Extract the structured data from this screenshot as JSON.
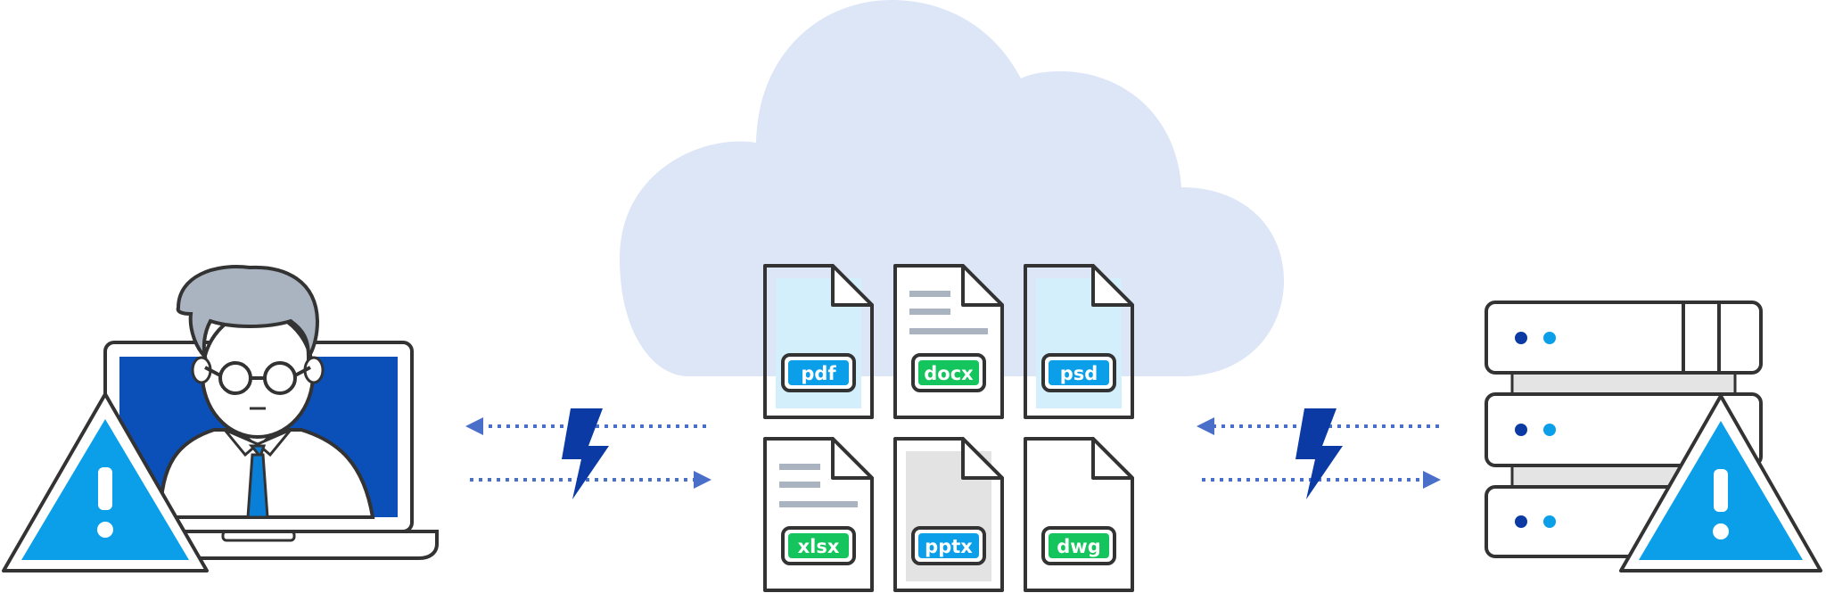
{
  "colors": {
    "cloud": "#dde6f6",
    "outline": "#333333",
    "blue_accent": "#0a9fe8",
    "green_accent": "#14c45c",
    "navy": "#0b3aa5",
    "arrow": "#4a6fc9",
    "hair": "#a9b4c0"
  },
  "files": [
    {
      "label": "pdf",
      "badge_color": "#0a9fe8",
      "style": "tinted"
    },
    {
      "label": "docx",
      "badge_color": "#14c45c",
      "style": "lines"
    },
    {
      "label": "psd",
      "badge_color": "#0a9fe8",
      "style": "tinted"
    },
    {
      "label": "xlsx",
      "badge_color": "#14c45c",
      "style": "lines"
    },
    {
      "label": "pptx",
      "badge_color": "#0a9fe8",
      "style": "grey"
    },
    {
      "label": "dwg",
      "badge_color": "#14c45c",
      "style": "plain"
    }
  ],
  "icons": {
    "user": "user-at-laptop-icon",
    "warning": "warning-triangle-icon",
    "cloud": "cloud-icon",
    "lightning": "lightning-bolt-icon",
    "server": "server-rack-icon"
  }
}
